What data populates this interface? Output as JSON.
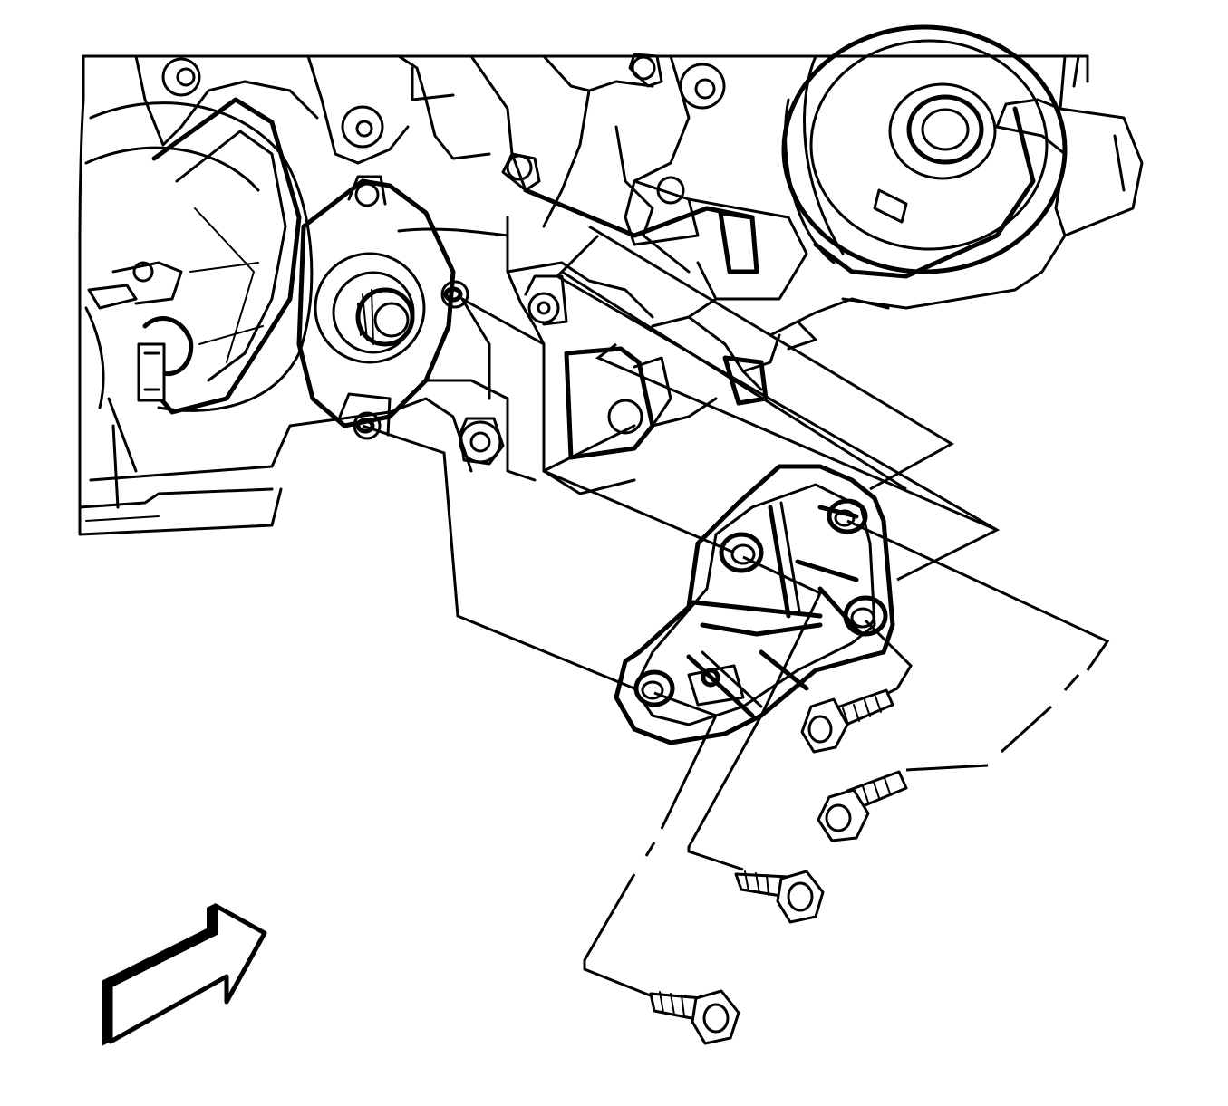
{
  "diagram": {
    "kind": "exploded-view",
    "line_color": "#000000",
    "background": "#ffffff",
    "parts": [
      {
        "id": "engine-front",
        "icon": "engine-block-icon"
      },
      {
        "id": "mount-bracket",
        "icon": "bracket-icon"
      },
      {
        "id": "bolt",
        "icon": "bolt-icon",
        "count": 4
      }
    ],
    "view_arrow": {
      "icon": "view-direction-arrow-icon",
      "direction": "up-right"
    }
  }
}
